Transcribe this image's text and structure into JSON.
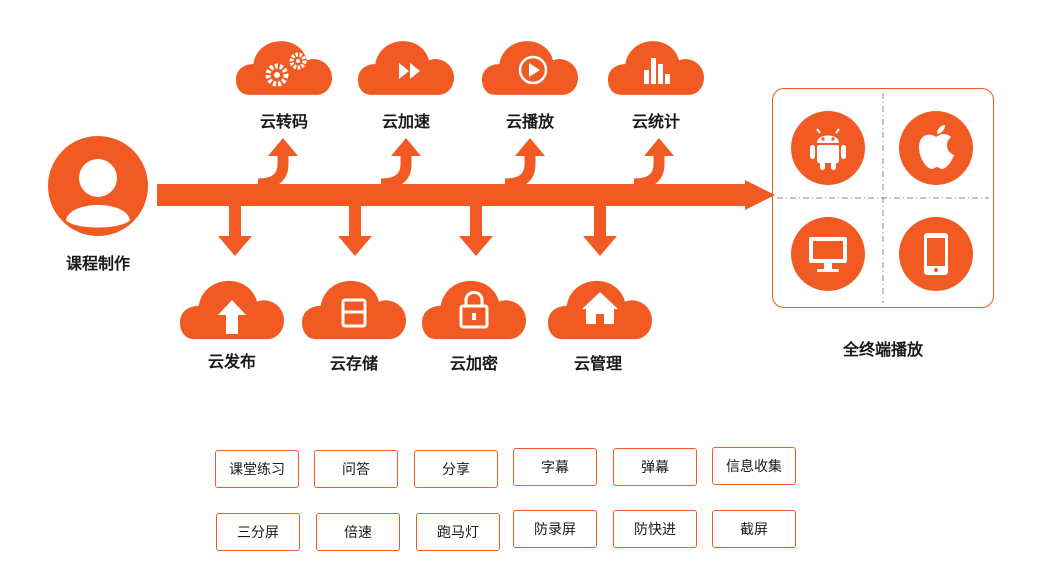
{
  "source": {
    "label": "课程制作",
    "icon": "user-icon"
  },
  "top_services": [
    {
      "label": "云转码",
      "icon": "gears-icon"
    },
    {
      "label": "云加速",
      "icon": "fast-forward-icon"
    },
    {
      "label": "云播放",
      "icon": "play-icon"
    },
    {
      "label": "云统计",
      "icon": "bar-chart-icon"
    }
  ],
  "bottom_services": [
    {
      "label": "云发布",
      "icon": "upload-arrow-icon"
    },
    {
      "label": "云存储",
      "icon": "storage-icon"
    },
    {
      "label": "云加密",
      "icon": "lock-icon"
    },
    {
      "label": "云管理",
      "icon": "home-icon"
    }
  ],
  "target": {
    "label": "全终端播放",
    "platforms": [
      "android-icon",
      "apple-icon",
      "monitor-icon",
      "tablet-icon"
    ]
  },
  "features_row1": [
    "课堂练习",
    "问答",
    "分享",
    "字幕",
    "弹幕",
    "信息收集"
  ],
  "features_row2": [
    "三分屏",
    "倍速",
    "跑马灯",
    "防录屏",
    "防快进",
    "截屏"
  ],
  "colors": {
    "accent": "#f15a22",
    "text": "#1a1a1a"
  }
}
